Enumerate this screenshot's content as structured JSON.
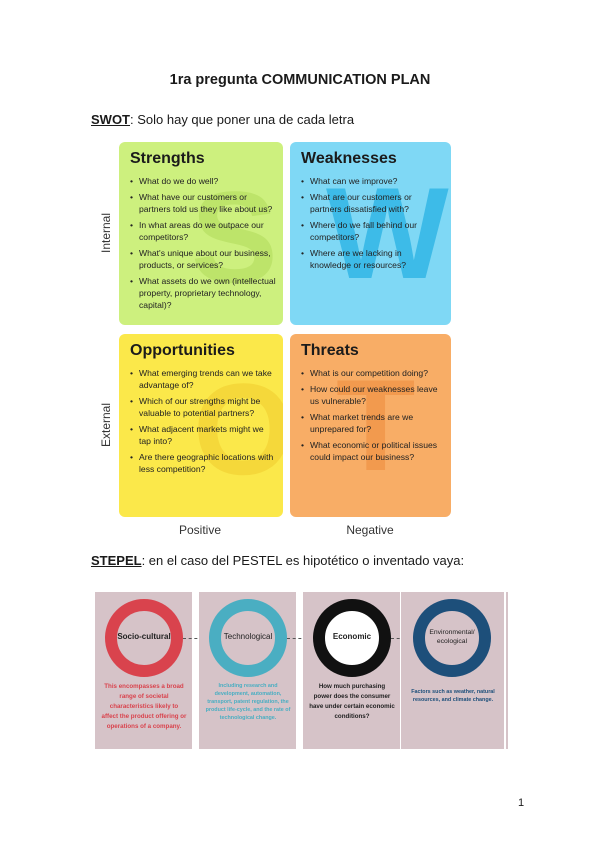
{
  "title": "1ra pregunta COMMUNICATION PLAN",
  "swot_section": {
    "key": "SWOT",
    "rest": ": Solo hay que poner una de cada letra"
  },
  "swot": {
    "axis_internal": "Internal",
    "axis_external": "External",
    "axis_positive": "Positive",
    "axis_negative": "Negative",
    "strengths": {
      "title": "Strengths",
      "letter": "S",
      "color": "#cdf07e",
      "items": [
        "What do we do well?",
        "What have our customers or partners told us they like about us?",
        "In what areas do we outpace our competitors?",
        "What's unique about our business, products, or services?",
        "What assets do we own (intellectual property, proprietary technology, capital)?"
      ]
    },
    "weaknesses": {
      "title": "Weaknesses",
      "letter": "W",
      "color": "#7fd8f5",
      "items": [
        "What can we improve?",
        "What are our customers or partners dissatisfied with?",
        "Where do we fall behind our competitors?",
        "Where are we lacking in knowledge or resources?"
      ]
    },
    "opportunities": {
      "title": "Opportunities",
      "letter": "O",
      "color": "#fbe84a",
      "items": [
        "What emerging trends can we take advantage of?",
        "Which of our strengths might be valuable to potential partners?",
        "What adjacent markets might we tap into?",
        "Are there geographic locations with less competition?"
      ]
    },
    "threats": {
      "title": "Threats",
      "letter": "T",
      "color": "#f8ad66",
      "items": [
        "What is our competition doing?",
        "How could our weaknesses leave us vulnerable?",
        "What market trends are we unprepared for?",
        "What economic or political issues could impact our business?"
      ]
    }
  },
  "stepel_section": {
    "key": "STEPEL",
    "rest": ": en el caso del PESTEL es hipotético o inventado vaya:"
  },
  "pestel": [
    {
      "label": "Socio-cultural",
      "ring_color": "#d9434d",
      "text_color": "#d9434d",
      "desc": "This encompasses a broad range of societal characteristics likely to affect the product offering or operations of a company."
    },
    {
      "label": "Technological",
      "ring_color": "#4aaec2",
      "text_color": "#4aaec2",
      "desc": "Including research and development, automation, transport, patent regulation, the product life-cycle, and the rate of technological change."
    },
    {
      "label": "Economic",
      "ring_color": "#111111",
      "text_color": "#111111",
      "desc": "How much purchasing power does the consumer have under certain economic conditions?"
    },
    {
      "label": "Environmental/ ecological",
      "ring_color": "#1d4f7a",
      "text_color": "#1d4f7a",
      "desc": "Factors such as weather, natural resources, and climate change."
    }
  ],
  "page_number": "1"
}
